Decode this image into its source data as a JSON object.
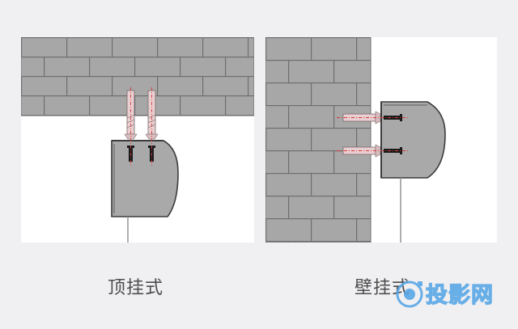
{
  "captions": {
    "ceiling_mount": "顶挂式",
    "wall_mount": "壁挂式"
  },
  "watermark": {
    "text": "投影网"
  },
  "colors": {
    "background": "#f0f0f2",
    "panel": "#ffffff",
    "brick": "#a7a7a7",
    "mortar": "#6e6e6e",
    "box": "#a9a9a9",
    "box_outline": "#3c3c3c",
    "anchor": "#e9cfd1",
    "centerline": "#d83a3a",
    "screw": "#1a1a1a",
    "cord": "#9a9a9a",
    "caption_text": "#4d4d4d",
    "watermark": "#5aa7e6"
  }
}
